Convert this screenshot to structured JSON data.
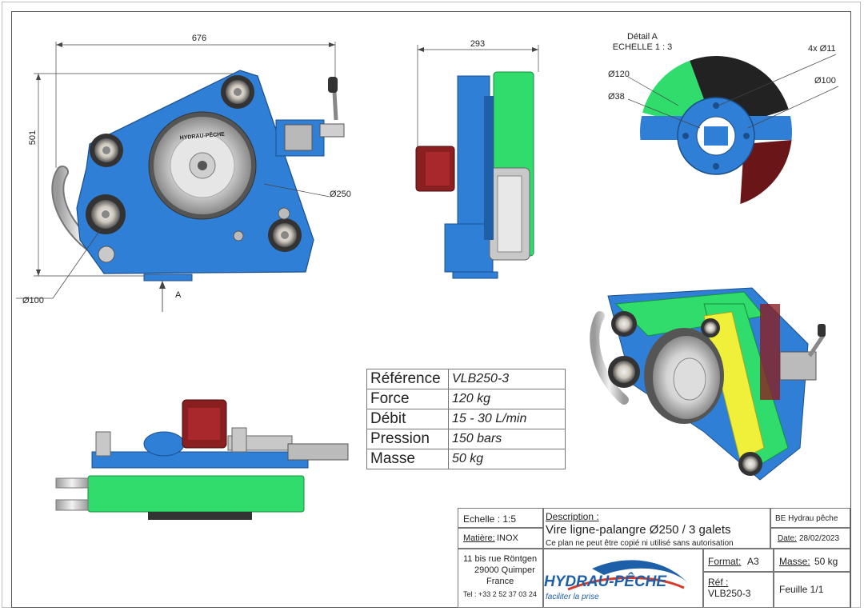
{
  "dimensions": {
    "front_width": "676",
    "front_height": "501",
    "pulley_dia": "Ø250",
    "tube_dia": "Ø100",
    "view_arrow": "A",
    "side_width": "293"
  },
  "detail": {
    "title": "Détail A",
    "scale": "ECHELLE 1 : 3",
    "d120": "Ø120",
    "d38": "Ø38",
    "holes": "4x Ø11",
    "d100": "Ø100"
  },
  "logo_plate": "HYDRAU-PÊCHE",
  "specs": [
    {
      "key": "Référence",
      "value": "VLB250-3"
    },
    {
      "key": "Force",
      "value": "120 kg"
    },
    {
      "key": "Débit",
      "value": "15 - 30 L/min"
    },
    {
      "key": "Pression",
      "value": "150 bars"
    },
    {
      "key": "Masse",
      "value": "50 kg"
    }
  ],
  "title_block": {
    "scale": "Echelle : 1:5",
    "material_label": "Matière:",
    "material_value": "INOX",
    "description_label": "Description :",
    "description": "Vire ligne-palangre Ø250 / 3 galets",
    "notice": "Ce plan ne peut être copié ni utilisé sans autorisation",
    "office": "BE Hydrau pêche",
    "date_label": "Date:",
    "date_value": "28/02/2023",
    "address_line1": "11 bis rue Röntgen",
    "address_line2": "29000 Quimper",
    "address_line3": "France",
    "phone": "Tel : +33 2 52 37 03 24",
    "logo": "HYDRAU-PÊCHE",
    "slogan": "faciliter la prise",
    "format_label": "Format:",
    "format_value": "A3",
    "mass_label": "Masse:",
    "mass_value": "50 kg",
    "ref_label": "Réf :",
    "ref_value": "VLB250-3",
    "sheet": "Feuille 1/1"
  },
  "colors": {
    "blue": "#2f7fd6",
    "green": "#2fdc6c",
    "yellow": "#f0f03a",
    "red": "#8a1f22",
    "grey": "#c8c8c8",
    "logo_blue": "#1d5fa8",
    "logo_red": "#d63a2a"
  }
}
